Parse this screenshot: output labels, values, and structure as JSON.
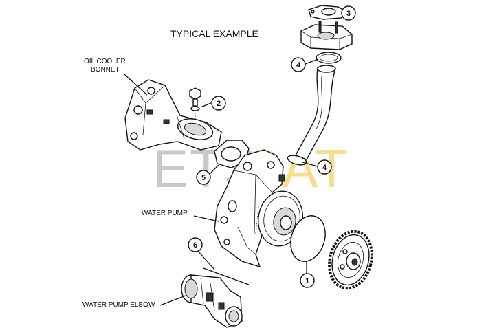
{
  "title": "TYPICAL EXAMPLE",
  "labels": {
    "oil_cooler_line1": "OIL COOLER",
    "oil_cooler_line2": "BONNET",
    "water_pump": "WATER PUMP",
    "water_pump_elbow": "WATER PUMP ELBOW"
  },
  "watermark": {
    "part1": "ETS",
    "part2": "CAT",
    "color_primary": "#c8c8c8",
    "color_accent": "#f5d97a"
  },
  "callouts": {
    "c1": "1",
    "c2": "2",
    "c3": "3",
    "c4a": "4",
    "c4b": "4",
    "c5": "5",
    "c6": "6"
  }
}
